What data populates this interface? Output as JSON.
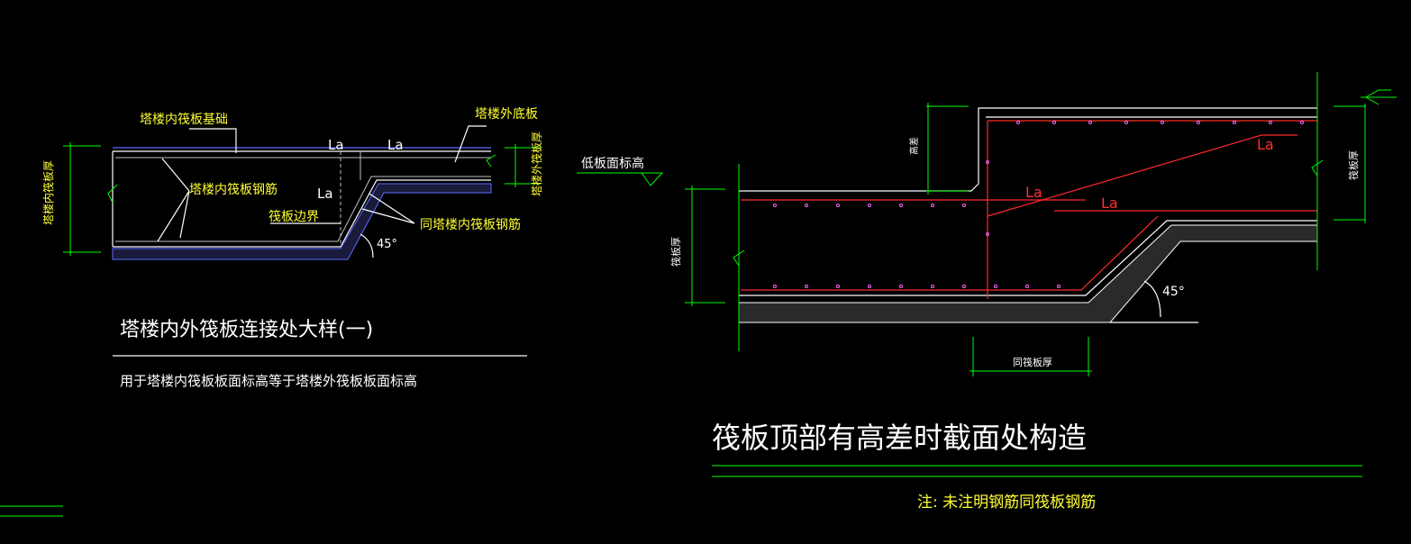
{
  "left_detail": {
    "label_inner_raft": "塔楼内筏板基础",
    "label_outer_slab": "塔楼外底板",
    "label_inner_rebar": "塔楼内筏板钢筋",
    "label_raft_boundary": "筏板边界",
    "label_same_rebar": "同塔楼内筏板钢筋",
    "label_inner_thickness": "塔楼内筏板厚",
    "label_outer_thickness": "塔楼外筏板厚",
    "la_1": "La",
    "la_2": "La",
    "la_3": "La",
    "angle": "45°",
    "title": "塔楼内外筏板连接处大样(一)",
    "subtitle": "用于塔楼内筏板板面标高等于塔楼外筏板板面标高"
  },
  "right_detail": {
    "label_low_elev": "低板面标高",
    "label_height_diff": "高差",
    "label_raft_thickness_left": "筏板厚",
    "label_raft_thickness_right": "筏板厚",
    "label_same_thickness": "同筏板厚",
    "la_1": "La",
    "la_2": "La",
    "la_3": "La",
    "angle": "45°",
    "title": "筏板顶部有高差时截面处构造",
    "note": "注: 未注明钢筋同筏板钢筋"
  },
  "colors": {
    "background": "#000000",
    "dimension": "#00ff00",
    "annotation": "#ffff33",
    "rebar_red": "#ff2a2a",
    "rebar_blue": "#5b6cff",
    "outline": "#ffffff"
  }
}
